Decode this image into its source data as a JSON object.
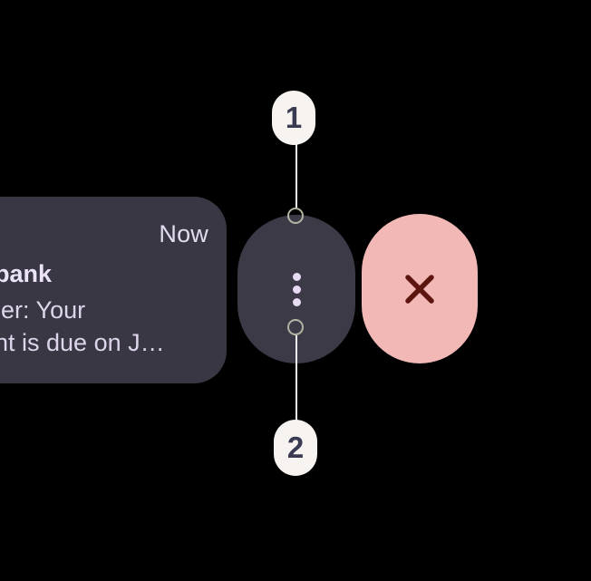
{
  "background_color": "#000000",
  "notification": {
    "timestamp": "Now",
    "app_title": "bank",
    "body_line1": "der: Your",
    "body_line2": "nt is due on J…",
    "bg_color": "#3a3745",
    "text_color": "#ddd6ea",
    "title_color": "#ece4f6"
  },
  "menu_button": {
    "icon": "more-vert-icon",
    "bg_color": "#3d3a48",
    "dot_color": "#e7daf3"
  },
  "dismiss_button": {
    "icon": "close-icon",
    "bg_color": "#f2b8b5",
    "icon_color": "#5c150f"
  },
  "callouts": [
    {
      "label": "1",
      "position": "above-menu-button"
    },
    {
      "label": "2",
      "position": "below-menu-button"
    }
  ],
  "callout_style": {
    "badge_bg": "#f6f3f0",
    "badge_text": "#3a3a52",
    "line_color": "#ffffff",
    "anchor_ring_color": "#b3b4a3"
  }
}
